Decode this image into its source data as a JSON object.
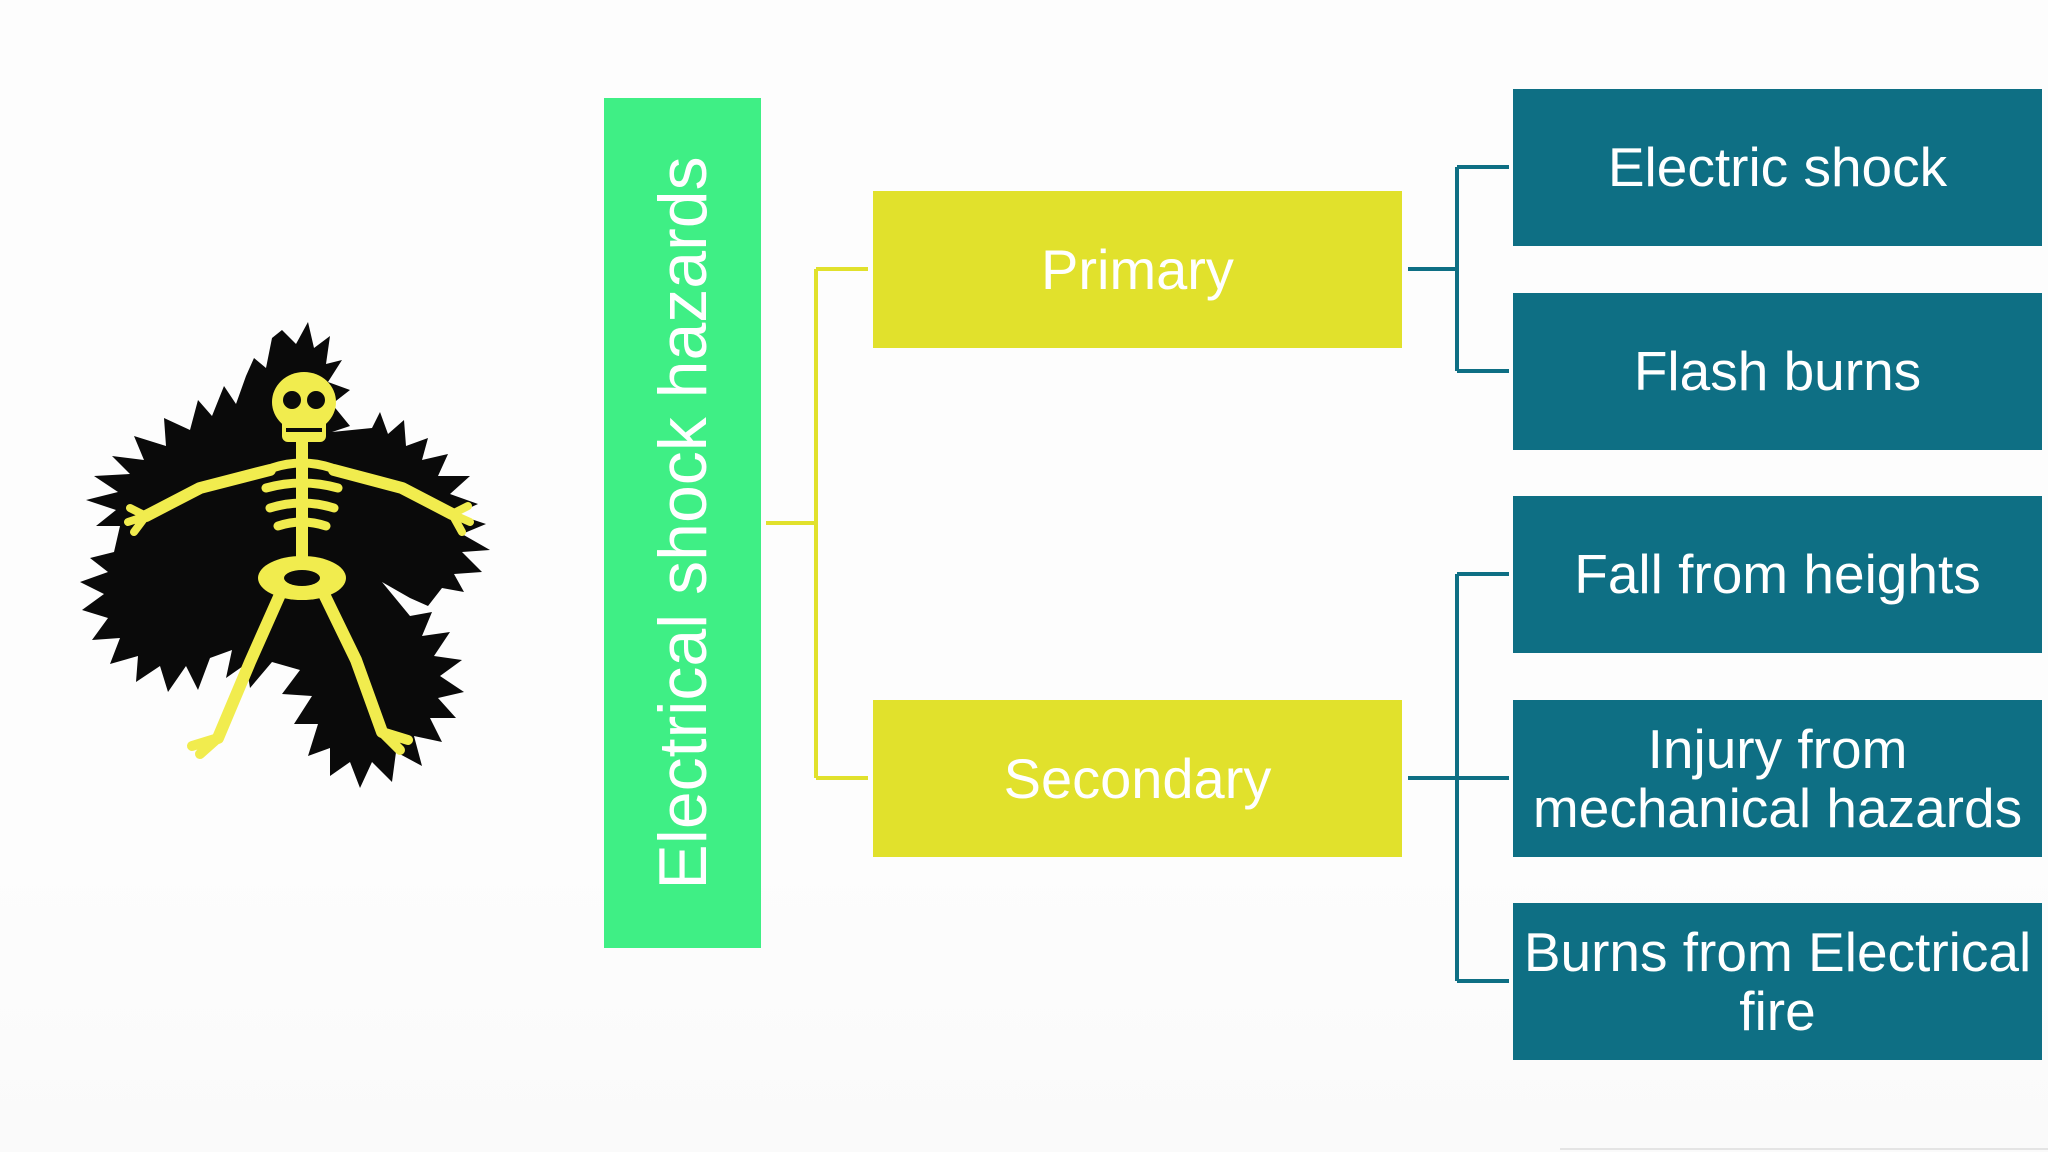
{
  "colors": {
    "root": "#3fef85",
    "level1": "#e1e12c",
    "level2": "#0e6f84",
    "connector_level1": "#e1e12c",
    "connector_level2": "#0e6f84"
  },
  "illustration": {
    "icon": "electrocuted-skeleton-icon"
  },
  "root": {
    "label": "Electrical shock hazards"
  },
  "branches": [
    {
      "label": "Primary",
      "children": [
        "Electric shock",
        "Flash burns"
      ]
    },
    {
      "label": "Secondary",
      "children": [
        "Fall from heights",
        "Injury from mechanical hazards",
        "Burns from Electrical fire"
      ]
    }
  ]
}
